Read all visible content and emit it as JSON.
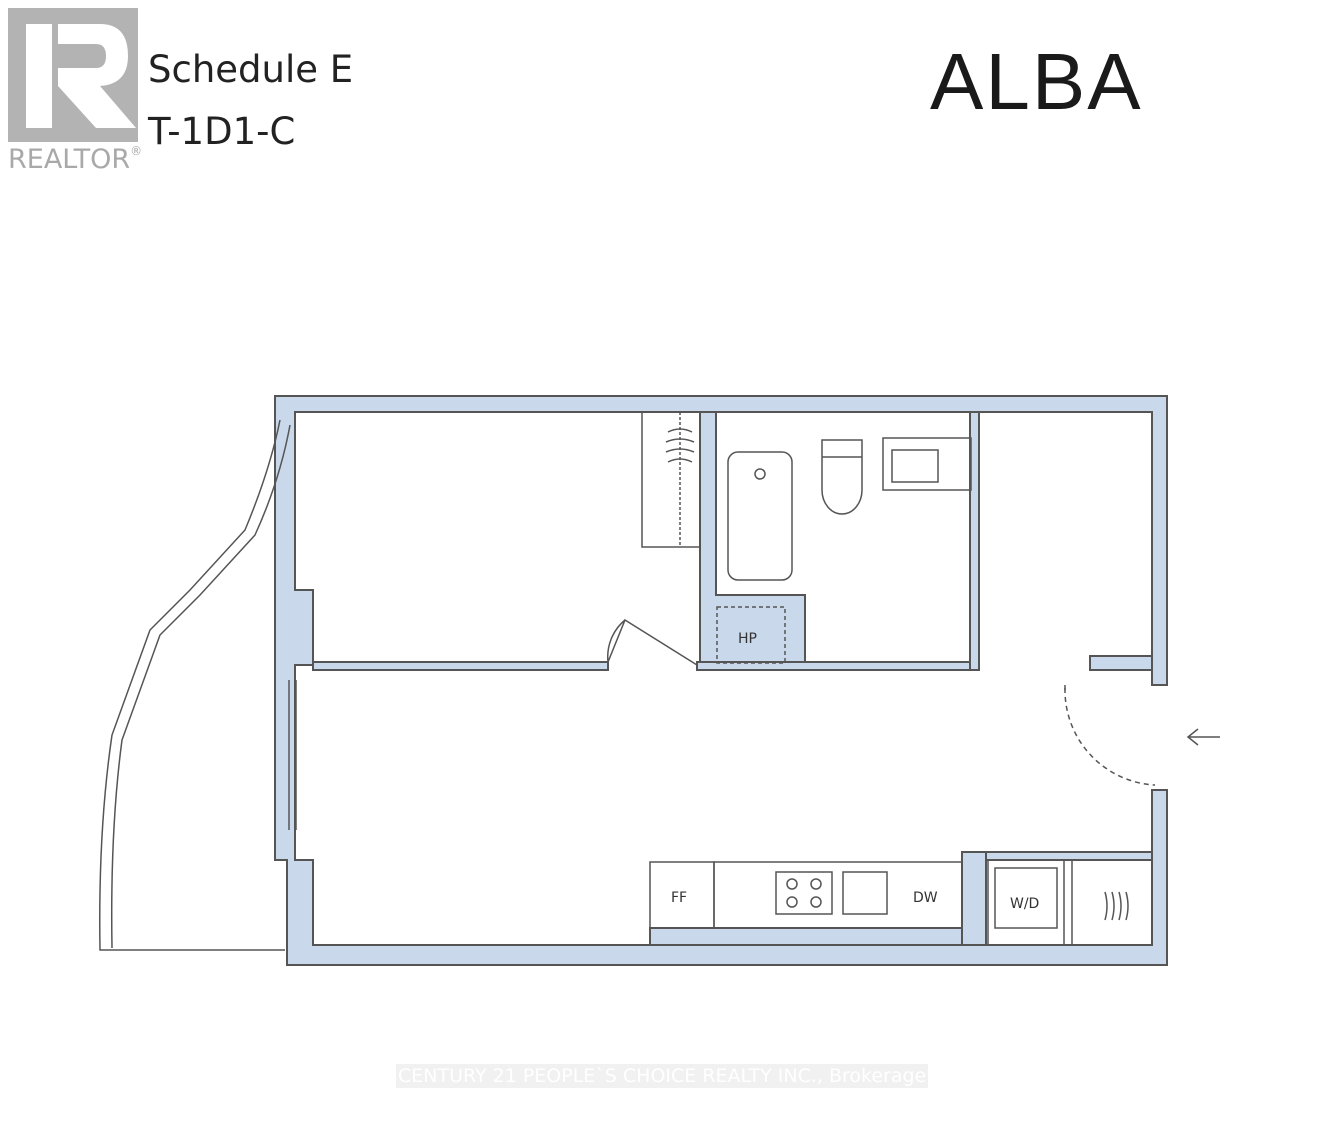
{
  "logo": {
    "text": "REALTOR",
    "mark": "®"
  },
  "header": {
    "schedule": "Schedule E",
    "unit_type": "T-1D1-C",
    "brand": "ALBA"
  },
  "plan_labels": {
    "heat_pump": "HP",
    "fridge": "FF",
    "dishwasher": "DW",
    "washer_dryer": "W/D"
  },
  "colors": {
    "wall": "#c9d8ea",
    "line": "#555555"
  },
  "watermark": "CENTURY 21 PEOPLE`S CHOICE REALTY INC., Brokerage"
}
